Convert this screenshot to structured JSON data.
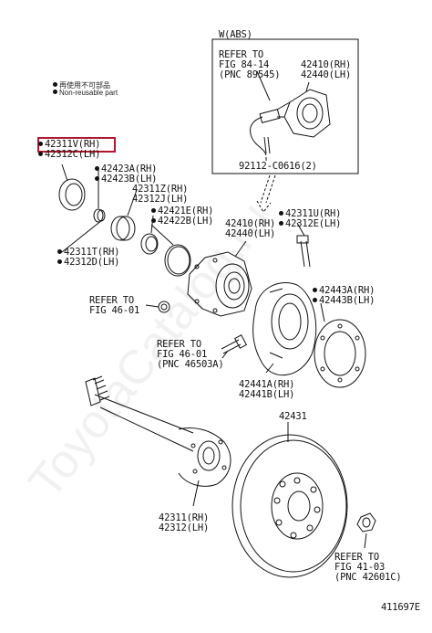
{
  "notes": {
    "reusable_jp": "再使用不可部品",
    "reusable_en": "Non-reusable part"
  },
  "inset": {
    "title": "W(ABS)",
    "refer_l1": "REFER TO",
    "refer_l2": "FIG 84-14",
    "refer_l3": "(PNC 89545)",
    "part_rh": "42410(RH)",
    "part_lh": "42440(LH)",
    "bolt": "92112-C0616(2)"
  },
  "labels": {
    "p42311V": "42311V(RH)",
    "p42312C": "42312C(LH)",
    "p42423A": "42423A(RH)",
    "p42423B": "42423B(LH)",
    "p42311Z": "42311Z(RH)",
    "p42312J": "42312J(LH)",
    "p42421E": "42421E(RH)",
    "p42422B": "42422B(LH)",
    "p42410": "42410(RH)",
    "p42440": "42440(LH)",
    "p42311U": "42311U(RH)",
    "p42312E": "42312E(LH)",
    "p42311T": "42311T(RH)",
    "p42312D": "42312D(LH)",
    "refer1_l1": "REFER TO",
    "refer1_l2": "FIG 46-01",
    "p42443A": "42443A(RH)",
    "p42443B": "42443B(LH)",
    "refer2_l1": "REFER TO",
    "refer2_l2": "FIG 46-01",
    "refer2_l3": "(PNC 46503A)",
    "p42441A": "42441A(RH)",
    "p42441B": "42441B(LH)",
    "p42431": "42431",
    "p42311": "42311(RH)",
    "p42312": "42312(LH)",
    "refer3_l1": "REFER TO",
    "refer3_l2": "FIG 41-03",
    "refer3_l3": "(PNC 42601C)"
  },
  "diagram_id": "411697E",
  "watermark": "ToyotaCatalog.ru",
  "highlight_color": "#b0182f"
}
